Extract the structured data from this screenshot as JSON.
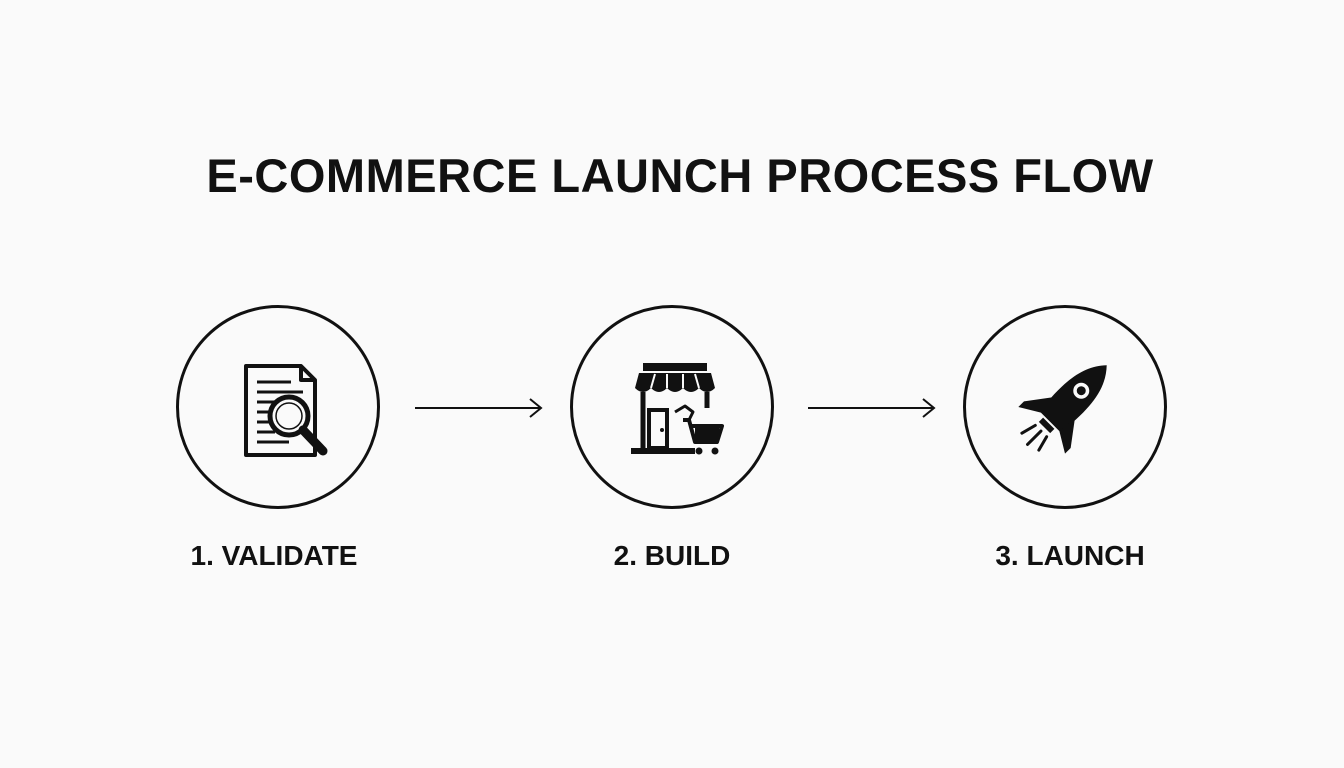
{
  "title": "E-COMMERCE LAUNCH PROCESS FLOW",
  "steps": [
    {
      "label": "1. VALIDATE",
      "icon": "document-magnifier-icon"
    },
    {
      "label": "2. BUILD",
      "icon": "storefront-cart-icon"
    },
    {
      "label": "3. LAUNCH",
      "icon": "rocket-icon"
    }
  ],
  "colors": {
    "background": "#fafafa",
    "ink": "#111111"
  }
}
